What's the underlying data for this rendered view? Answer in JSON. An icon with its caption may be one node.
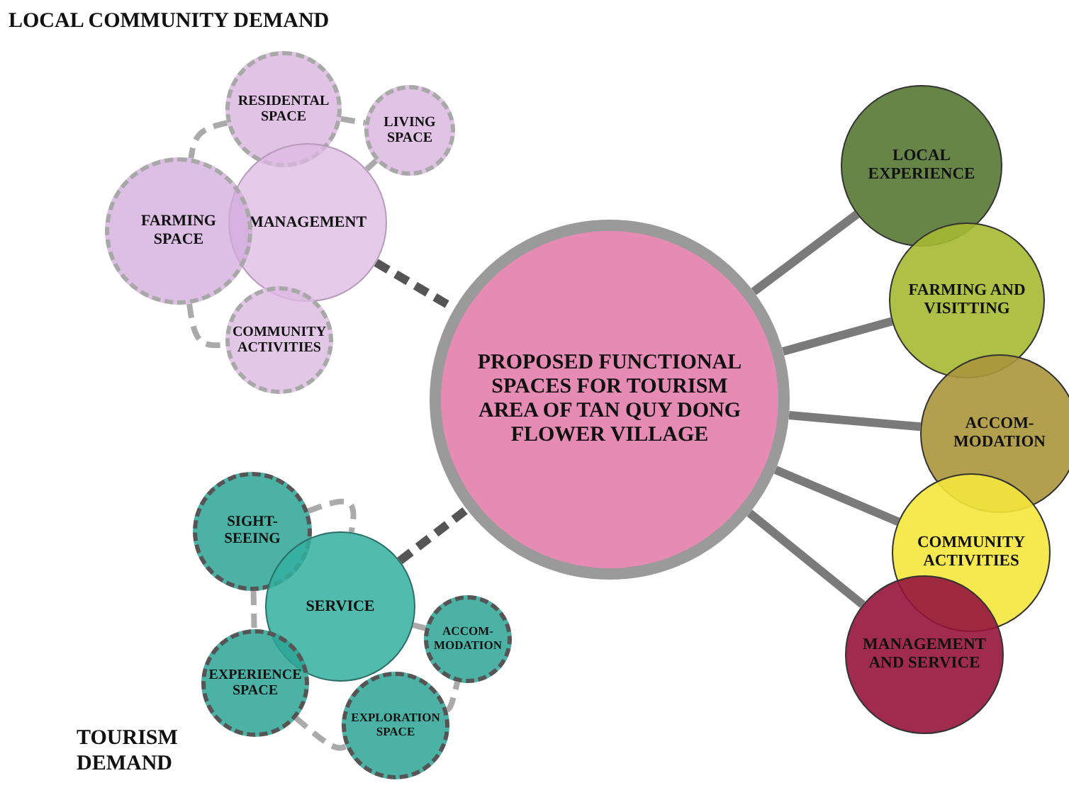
{
  "diagram": {
    "nodes": [
      {
        "text": [
          "PROPOSED FUNCTIONAL SPACES FOR TOURISM AREA OF TAN QUY DONG FLOWER VILLAGE"
        ]
      },
      {
        "text": [
          "RESIDENTAL SPACE"
        ]
      },
      {
        "text": [
          "LIVING SPACE"
        ]
      },
      {
        "text": [
          "MANAGEMENT"
        ]
      },
      {
        "text": [
          "FARMING SPACE"
        ]
      },
      {
        "text": [
          "COMMUNITY ACTIVITIES"
        ]
      },
      {
        "text": [
          "SIGHT-SEEING"
        ]
      },
      {
        "text": [
          "SERVICE"
        ]
      },
      {
        "text": [
          "ACCOM-MODATION"
        ]
      },
      {
        "text": [
          "EXPERIENCE SPACE"
        ]
      },
      {
        "text": [
          "EXPLORATION SPACE"
        ]
      },
      {
        "text": [
          "LOCAL EXPERIENCE"
        ]
      },
      {
        "text": [
          "FARMING AND VISITTING"
        ]
      },
      {
        "text": [
          "ACCOM-MODATION"
        ]
      },
      {
        "text": [
          "COMMUNITY ACTIVITIES"
        ]
      },
      {
        "text": [
          "MANAGEMENT AND SERVICE"
        ]
      }
    ],
    "edges": [
      {
        "from": 3,
        "to": 0,
        "arrow": "none",
        "style": "dashed",
        "color": "#555555"
      },
      {
        "from": 7,
        "to": 0,
        "arrow": "none",
        "style": "dashed",
        "color": "#555555"
      },
      {
        "from": 0,
        "to": 11,
        "arrow": "none"
      },
      {
        "from": 0,
        "to": 12,
        "arrow": "none"
      },
      {
        "from": 0,
        "to": 13,
        "arrow": "none"
      },
      {
        "from": 0,
        "to": 14,
        "arrow": "none"
      },
      {
        "from": 0,
        "to": 15,
        "arrow": "none"
      },
      {
        "from": 1,
        "to": 2,
        "arrow": "none",
        "style": "dashed",
        "color": "#aaaaaa"
      },
      {
        "from": 1,
        "to": 4,
        "arrow": "none",
        "style": "dashed",
        "color": "#aaaaaa"
      },
      {
        "from": 4,
        "to": 5,
        "arrow": "none",
        "style": "dashed",
        "color": "#aaaaaa"
      },
      {
        "from": 2,
        "to": 3,
        "arrow": "none",
        "style": "dashed",
        "color": "#aaaaaa"
      },
      {
        "from": 6,
        "to": 7,
        "arrow": "none",
        "style": "dashed",
        "color": "#aaaaaa"
      },
      {
        "from": 6,
        "to": 9,
        "arrow": "none",
        "style": "dashed",
        "color": "#aaaaaa"
      },
      {
        "from": 9,
        "to": 10,
        "arrow": "none",
        "style": "dashed",
        "color": "#aaaaaa"
      },
      {
        "from": 10,
        "to": 8,
        "arrow": "none",
        "style": "dashed",
        "color": "#aaaaaa"
      },
      {
        "from": 7,
        "to": 8,
        "arrow": "none",
        "style": "dashed",
        "color": "#aaaaaa"
      }
    ],
    "labels": [
      "LOCAL COMMUNITY DEMAND",
      "TOURISM DEMAND"
    ]
  }
}
